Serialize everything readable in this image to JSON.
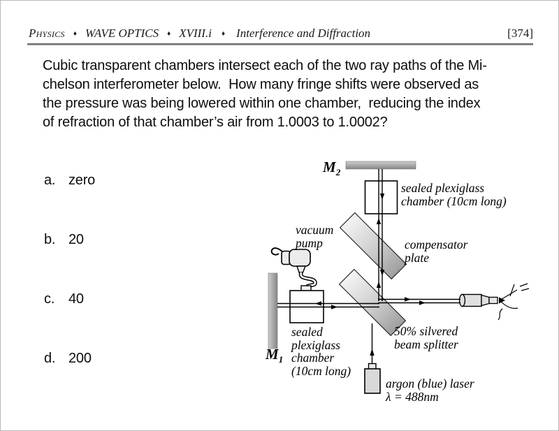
{
  "header": {
    "subject": "Physics",
    "separator": "♦",
    "unit": "WAVE OPTICS",
    "section_code": "XVIII.i",
    "topic": "Interference and Diffraction",
    "page_ref": "[374]"
  },
  "question": {
    "lines": [
      "Cubic transparent chambers intersect each of the two ray paths of the Mi-",
      "chelson interferometer below.  How many fringe shifts were observed as",
      "the pressure was being lowered within one chamber,  reducing the index",
      "of refraction of that chamber’s air from 1.0003 to 1.0002?"
    ]
  },
  "choices": [
    {
      "letter": "a.",
      "text": "zero"
    },
    {
      "letter": "b.",
      "text": "20"
    },
    {
      "letter": "c.",
      "text": "40"
    },
    {
      "letter": "d.",
      "text": "200"
    }
  ],
  "diagram": {
    "m2": {
      "base": "M",
      "sub": "2"
    },
    "m1": {
      "base": "M",
      "sub": "1"
    },
    "labels": {
      "top_chamber": [
        "sealed plexiglass",
        "chamber (10cm long)"
      ],
      "vacuum_pump": [
        "vacuum",
        "pump"
      ],
      "compensator": [
        "compensator",
        "plate"
      ],
      "beam_splitter": [
        "50% silvered",
        "beam splitter"
      ],
      "left_chamber": [
        "sealed",
        "plexiglass",
        "chamber",
        "(10cm long)"
      ],
      "laser": [
        "argon (blue) laser",
        "λ = 488nm"
      ]
    },
    "colors": {
      "ink": "#111111",
      "glass_light": "#f4f4f4",
      "glass_dark": "#9e9e9e",
      "mirror_light": "#cfcfcf",
      "mirror_dark": "#858585"
    }
  }
}
